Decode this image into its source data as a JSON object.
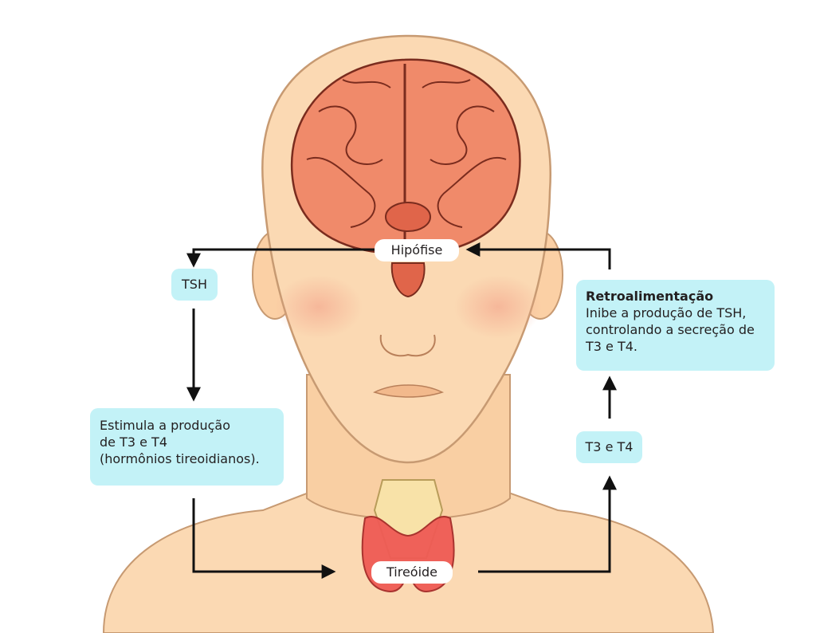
{
  "labels": {
    "hipofise": "Hipófise",
    "tireoide": "Tireóide",
    "tsh": "TSH",
    "estimula": [
      "Estimula a produção",
      "de T3 e T4",
      "(hormônios tireoidianos)."
    ],
    "t3t4": "T3 e T4",
    "retro_title": "Retroalimentação",
    "retro_lines": [
      "Inibe a produção de TSH,",
      "controlando a secreção de",
      "T3 e T4."
    ]
  },
  "colors": {
    "skin": "#fbd9b3",
    "skin_shadow": "#f2b98c",
    "brain": "#f08a6a",
    "brain_dark": "#e0654a",
    "thyroid": "#ef5b55",
    "larynx": "#f8e2a8",
    "box": "#c3f2f7",
    "arrow": "#111111"
  }
}
